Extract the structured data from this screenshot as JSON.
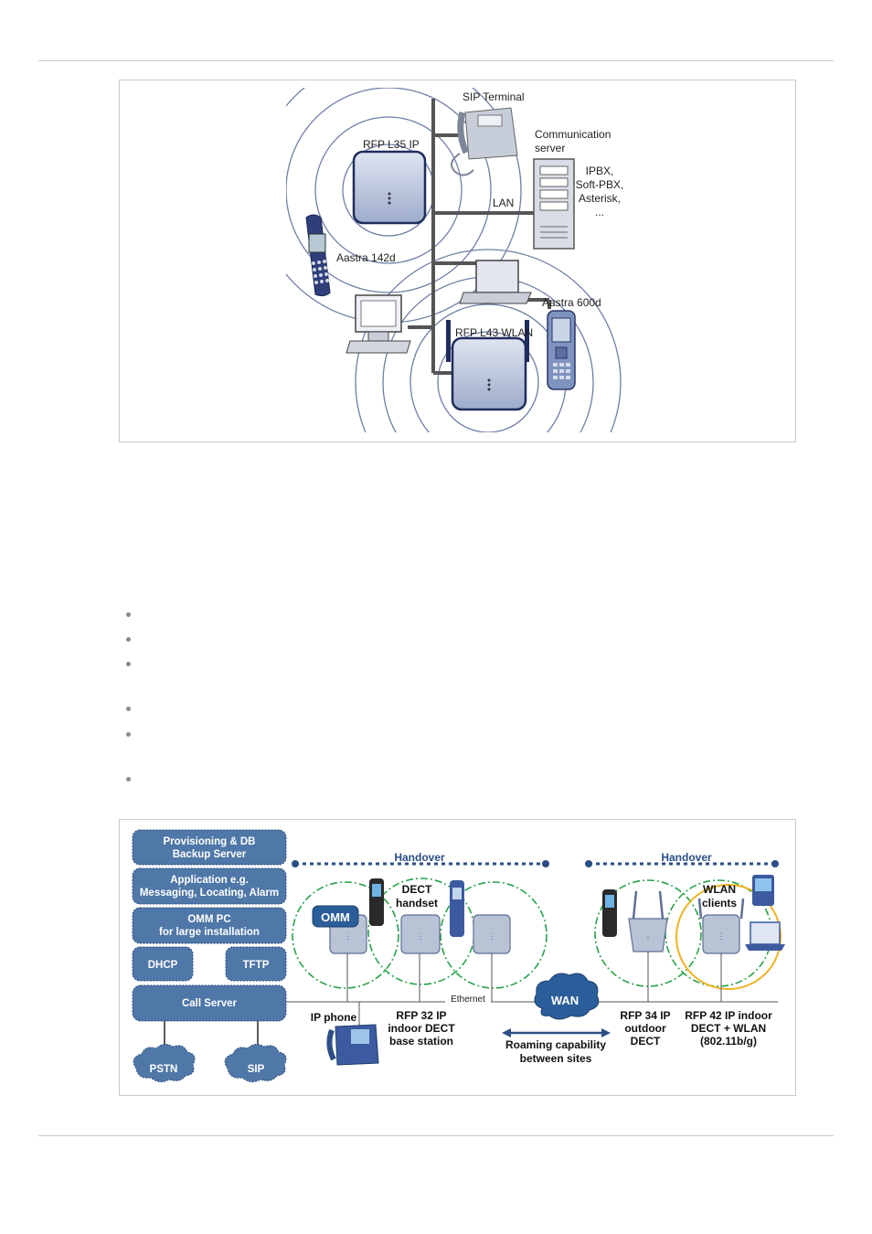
{
  "figure1": {
    "labels": {
      "sip_terminal": "SIP Terminal",
      "comm_server_line1": "Communication",
      "comm_server_line2": "server",
      "rfp_l35": "RFP L35 IP",
      "lan": "LAN",
      "server_types_1": "IPBX,",
      "server_types_2": "Soft-PBX,",
      "server_types_3": "Asterisk,",
      "server_types_4": "...",
      "aastra_142d": "Aastra 142d",
      "aastra_600d": "Aastra 600d",
      "rfp_l43": "RFP L43 WLAN"
    }
  },
  "bullets_count": 6,
  "figure2": {
    "stack": {
      "provisioning": [
        "Provisioning & DB",
        "Backup Server"
      ],
      "application": [
        "Application e.g.",
        "Messaging, Locating, Alarm"
      ],
      "omm_pc": [
        "OMM PC",
        "for large installation"
      ],
      "dhcp": "DHCP",
      "tftp": "TFTP",
      "call_server": "Call Server",
      "pstn": "PSTN",
      "sip": "SIP"
    },
    "handover_left": "Handover",
    "handover_right": "Handover",
    "omm": "OMM",
    "dect_handset": [
      "DECT",
      "handset"
    ],
    "wlan_clients": [
      "WLAN",
      "clients"
    ],
    "ethernet": "Ethernet",
    "wan": "WAN",
    "ip_phone": "IP phone",
    "rfp32": [
      "RFP 32 IP",
      "indoor DECT",
      "base station"
    ],
    "roaming": [
      "Roaming capability",
      "between sites"
    ],
    "rfp34": [
      "RFP 34 IP",
      "outdoor",
      "DECT"
    ],
    "rfp42": [
      "RFP 42 IP indoor",
      "DECT + WLAN",
      "(802.11b/g)"
    ],
    "colors": {
      "box_fill": "#4f77a8",
      "handover_line": "#2b4e86",
      "coverage_green": "#2aa24a",
      "wlan_yellow": "#f0b323"
    }
  }
}
